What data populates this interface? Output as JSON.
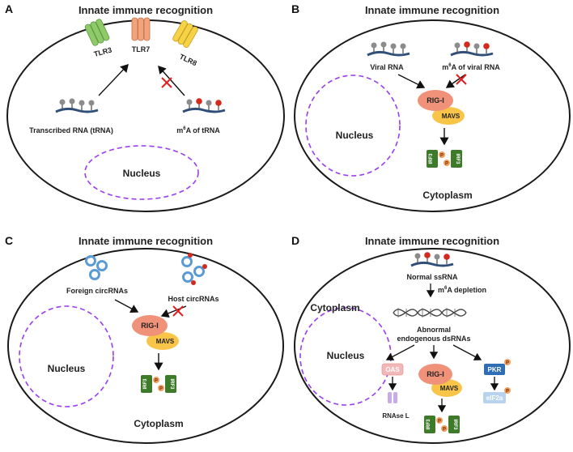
{
  "panels": {
    "A": {
      "letter": "A",
      "title": "Innate immune recognition",
      "tlr3": "TLR3",
      "tlr7": "TLR7",
      "tlr8": "TLR8",
      "transcribed": "Transcribed RNA (tRNA)",
      "m6a_prefix": "m",
      "m6a_sup": "6",
      "m6a_rest": "A of tRNA",
      "nucleus": "Nucleus"
    },
    "B": {
      "letter": "B",
      "title": "Innate immune recognition",
      "viral": "Viral RNA",
      "m6a_prefix": "m",
      "m6a_sup": "6",
      "m6a_rest": "A of viral RNA",
      "rigi": "RIG-I",
      "mavs": "MAVS",
      "irf3": "IRF3",
      "p": "P",
      "nucleus": "Nucleus",
      "cytoplasm": "Cytoplasm"
    },
    "C": {
      "letter": "C",
      "title": "Innate immune recognition",
      "foreign": "Foreign circRNAs",
      "host": "Host circRNAs",
      "rigi": "RIG-I",
      "mavs": "MAVS",
      "irf3": "IRF3",
      "p": "P",
      "nucleus": "Nucleus",
      "cytoplasm": "Cytoplasm"
    },
    "D": {
      "letter": "D",
      "title": "Innate immune recognition",
      "normal": "Normal ssRNA",
      "depl_prefix": "m",
      "depl_sup": "6",
      "depl_rest": "A depletion",
      "abnormal1": "Abnormal",
      "abnormal2": "endogenous dsRNAs",
      "cytoplasm": "Cytoplasm",
      "nucleus": "Nucleus",
      "oas": "OAS",
      "rnase": "RNAse L",
      "rigi": "RIG-I",
      "mavs": "MAVS",
      "irf3": "IRF3",
      "p": "P",
      "pkr": "PKR",
      "eif": "eIF2a"
    }
  },
  "colors": {
    "membrane": "#1a1a1a",
    "nucleus": "#9a3df0",
    "rigi": "#f0927a",
    "mavs": "#f8c548",
    "irf3": "#3d7a2a",
    "phospho": "#f0a060",
    "tlr3": "#8fc96a",
    "tlr7": "#f2a37c",
    "tlr8": "#f6d246",
    "rna_backbone": "#2f4f78",
    "rna_cap_gray": "#8c8c8c",
    "rna_cap_red": "#d42a1e",
    "circ": "#5b9bd5",
    "inhibit": "#e02020",
    "pkr": "#2f6db5",
    "oas": "#f2b8b8"
  }
}
